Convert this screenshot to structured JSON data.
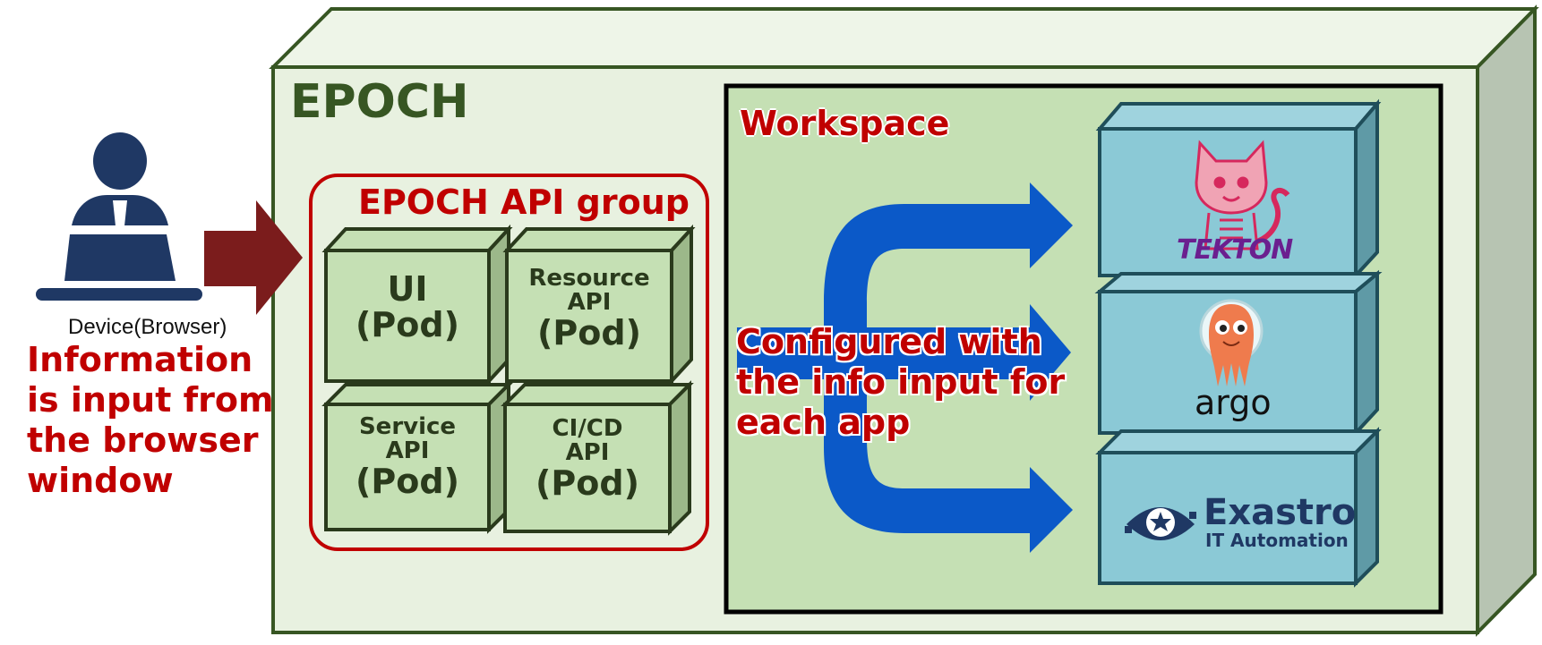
{
  "epoch": {
    "title": "EPOCH"
  },
  "api_group": {
    "title": "EPOCH API group",
    "pods": [
      {
        "name_lines": [
          "UI"
        ],
        "kind": "(Pod)"
      },
      {
        "name_lines": [
          "Resource",
          "API"
        ],
        "kind": "(Pod)"
      },
      {
        "name_lines": [
          "Service",
          "API"
        ],
        "kind": "(Pod)"
      },
      {
        "name_lines": [
          "CI/CD",
          "API"
        ],
        "kind": "(Pod)"
      }
    ]
  },
  "device": {
    "caption": "Device(Browser)",
    "description": "Information is input from the browser window"
  },
  "workspace": {
    "title": "Workspace",
    "description": "Configured with the info input for each app",
    "apps": [
      {
        "logo_text": "TEKTON",
        "icon": "tekton-cat-icon"
      },
      {
        "logo_text": "argo",
        "icon": "argo-octopus-icon"
      },
      {
        "logo_text": "Exastro",
        "logo_subtext": "IT Automation",
        "icon": "exastro-eye-icon"
      }
    ]
  },
  "colors": {
    "epoch_face": "#e8f1e0",
    "epoch_border": "#375623",
    "workspace_face": "#c5e0b4",
    "pod_face": "#c5e0b4",
    "api_group_border": "#c00000",
    "app_face": "#8bc9d6",
    "arrow_dark_red": "#7b1c1c",
    "arrow_blue": "#0b59c8",
    "navy": "#1f3864"
  }
}
